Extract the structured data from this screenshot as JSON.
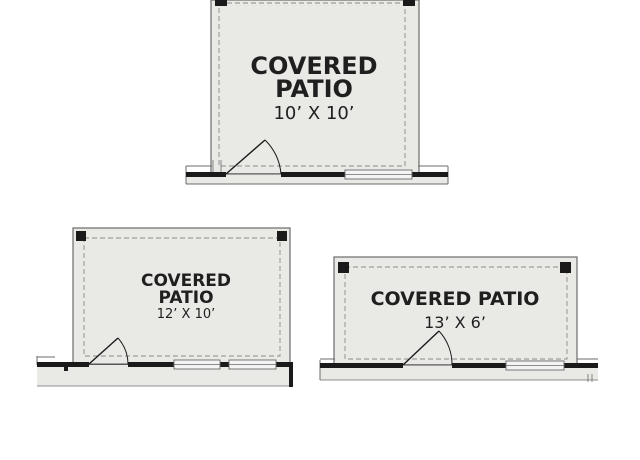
{
  "patios": [
    {
      "title_lines": [
        "COVERED",
        "PATIO"
      ],
      "dimension": "10’ X 10’"
    },
    {
      "title_lines": [
        "COVERED",
        "PATIO"
      ],
      "dimension": "12’ X 10’"
    },
    {
      "title_lines": [
        "COVERED PATIO"
      ],
      "dimension": "13’ X 6’"
    }
  ],
  "colors": {
    "floor": "#e9e9e6",
    "wall": "#1a1a1a",
    "outline": "#6b6b6b",
    "dashed": "#8a8a8a",
    "window": "#f4f4f4"
  }
}
